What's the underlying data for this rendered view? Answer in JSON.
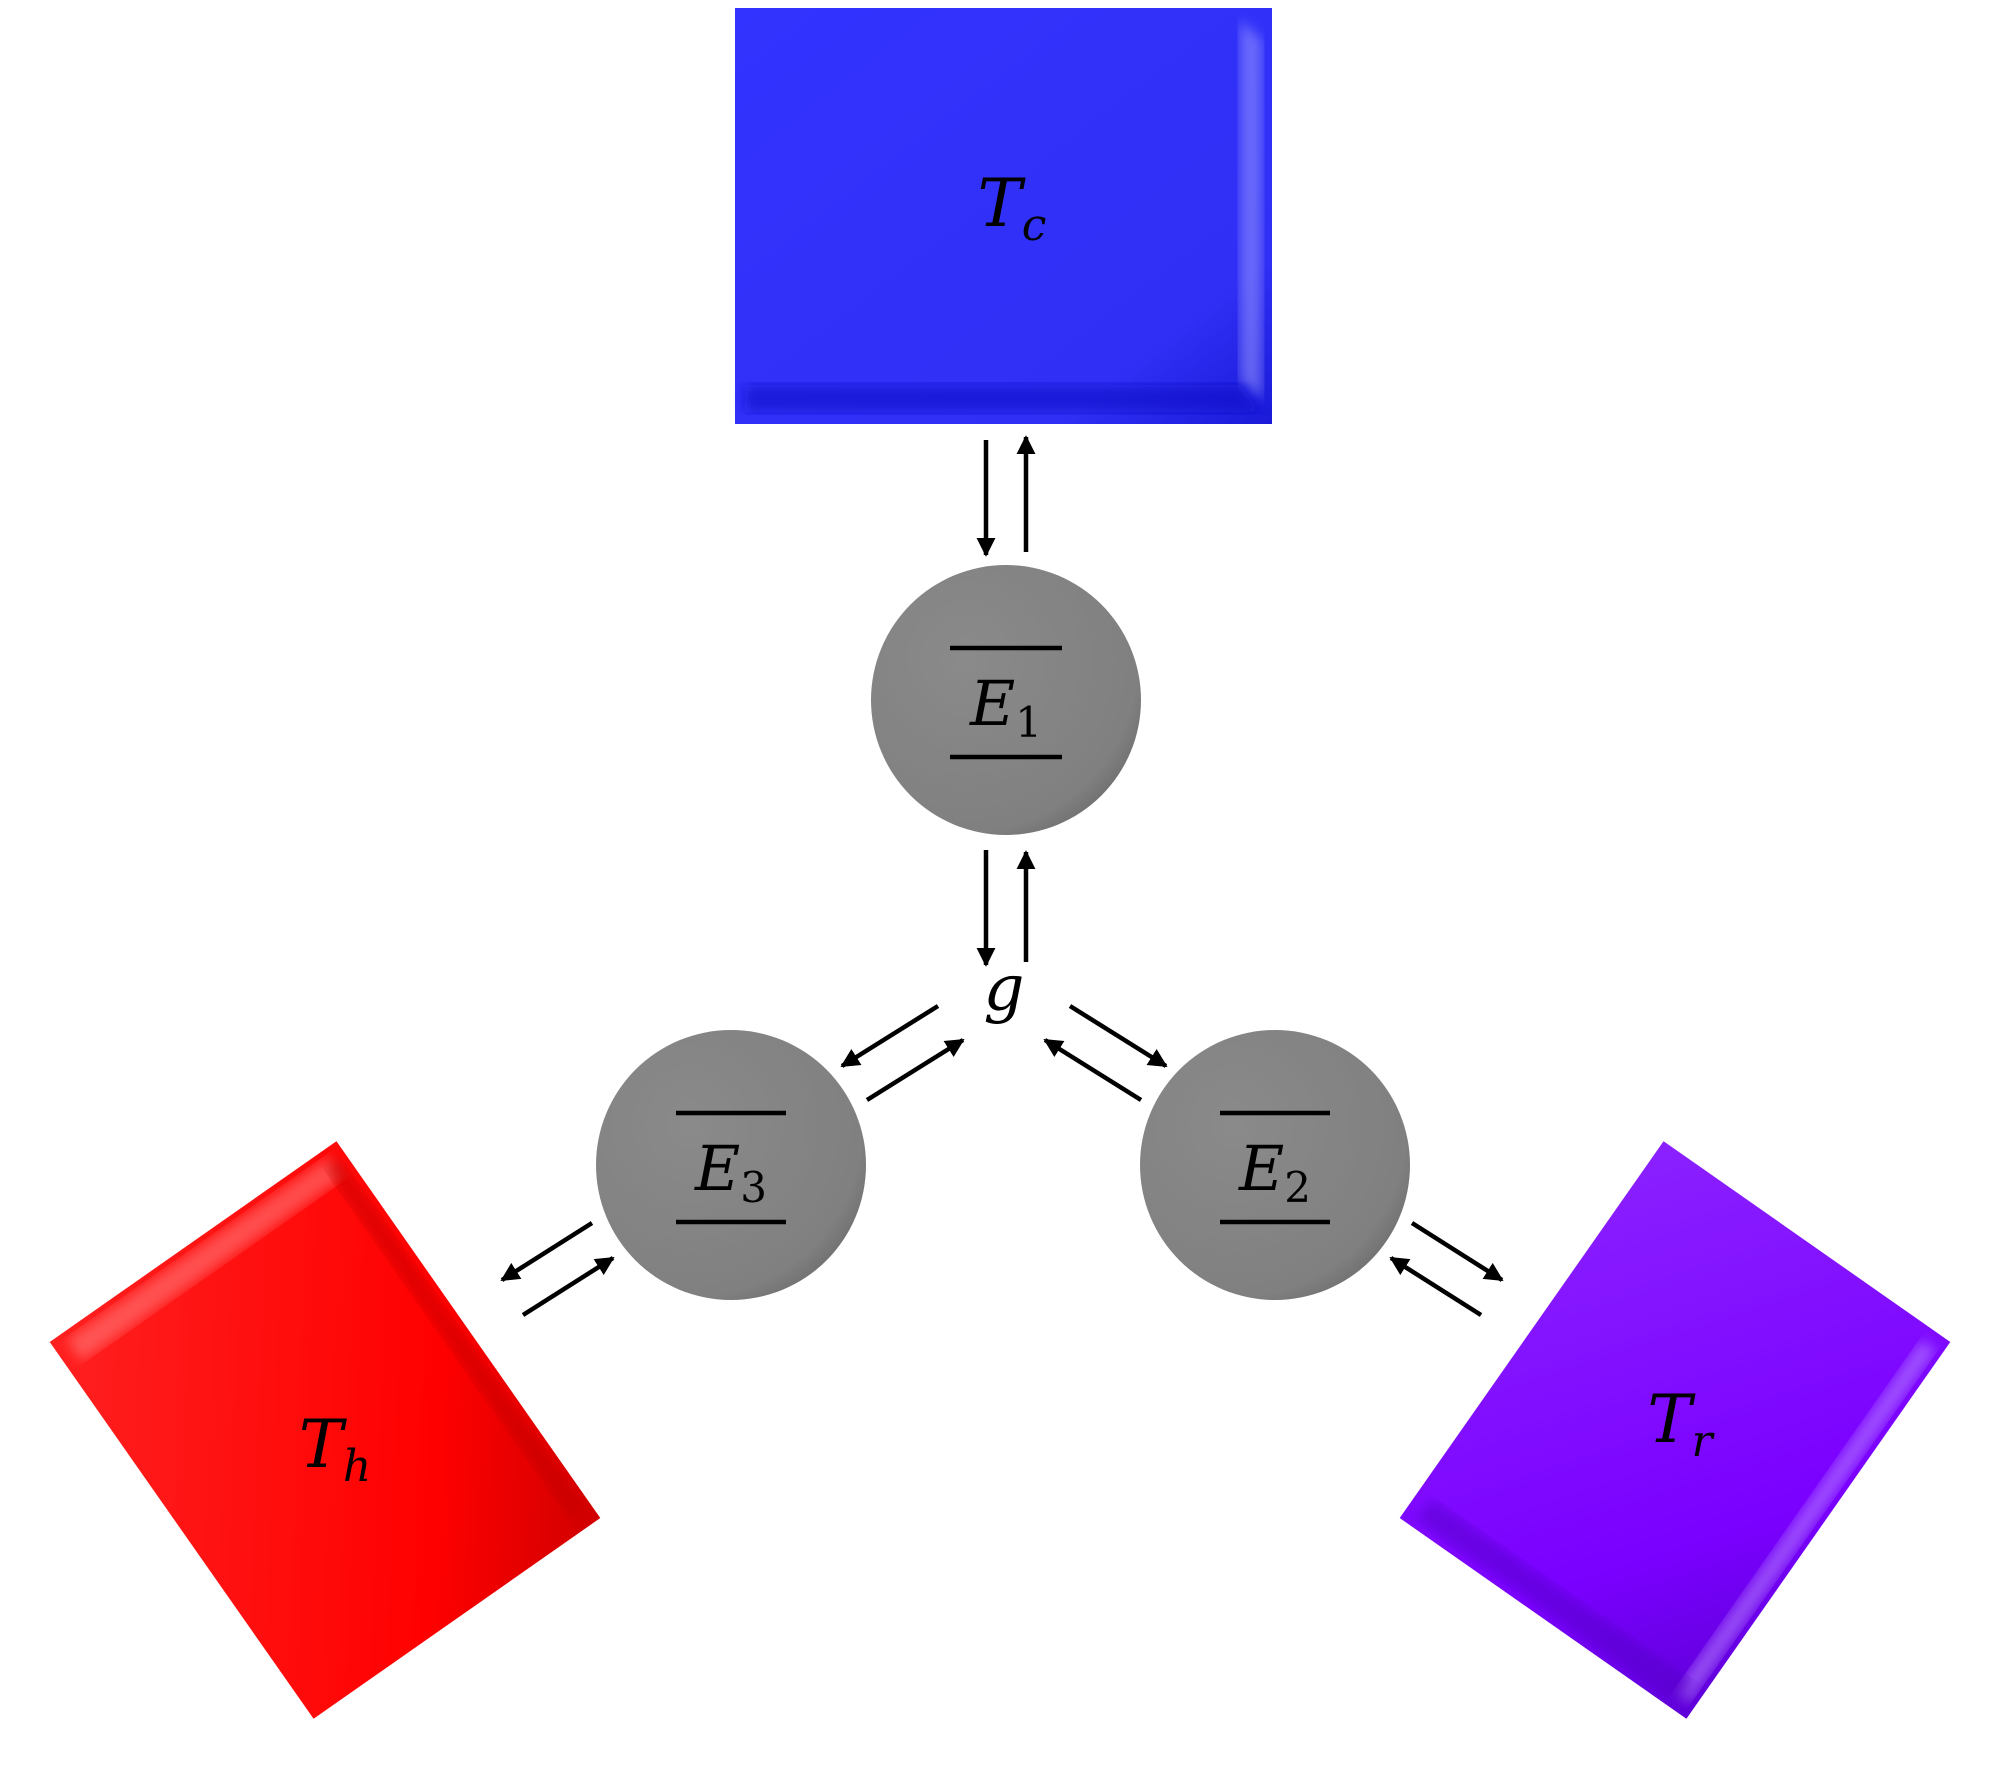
{
  "reservoirs": {
    "cold": {
      "symbol": "T",
      "subscript": "c",
      "color": "#3333ff",
      "shade": "#0a0ac8",
      "glow": "#9a9aff"
    },
    "hot": {
      "symbol": "T",
      "subscript": "h",
      "color": "#ff0000",
      "shade": "#c00000",
      "glow": "#ff8a8a"
    },
    "right": {
      "symbol": "T",
      "subscript": "r",
      "color": "#7a00ff",
      "shade": "#5500c8",
      "glow": "#b98aff"
    }
  },
  "levels": {
    "e1": {
      "symbol": "E",
      "subscript": "1",
      "color": "#808080"
    },
    "e2": {
      "symbol": "E",
      "subscript": "2",
      "color": "#808080"
    },
    "e3": {
      "symbol": "E",
      "subscript": "3",
      "color": "#808080"
    }
  },
  "ground": {
    "symbol": "g"
  }
}
